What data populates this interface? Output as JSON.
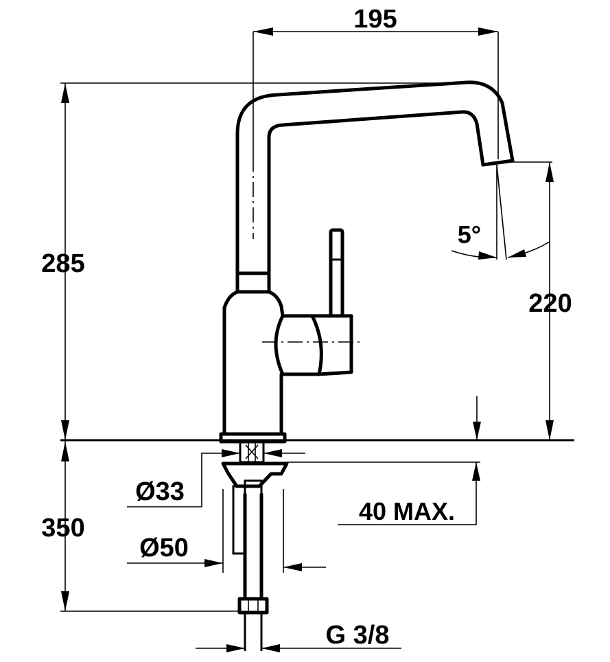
{
  "dimensions": {
    "spout_reach": "195",
    "total_height": "285",
    "spout_height": "220",
    "spout_angle": "5°",
    "under_length": "350",
    "hole_diameter": "Ø33",
    "base_diameter": "Ø50",
    "max_thickness": "40 MAX.",
    "connection": "G 3/8"
  }
}
